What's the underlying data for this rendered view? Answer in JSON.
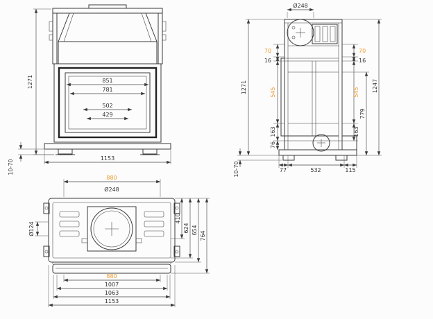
{
  "colors": {
    "line": "#3a3a3a",
    "accent": "#ee9b2e",
    "background": "#fcfcfc"
  },
  "drawing": {
    "front": {
      "height": "1271",
      "w851": "851",
      "w781": "781",
      "w502": "502",
      "w429": "429",
      "width": "1153",
      "feet": "10-70"
    },
    "side": {
      "flue": "Ø248",
      "height": "1271",
      "feet": "10-70",
      "left70": "70",
      "left16": "16",
      "left545": "545",
      "left163": "163",
      "left76": "76",
      "b77": "77",
      "b532": "532",
      "b115": "115",
      "right70": "70",
      "right16": "16",
      "right545": "545",
      "right163": "163",
      "d779": "779",
      "d1247": "1247"
    },
    "top": {
      "t880": "880",
      "flue": "Ø248",
      "duct": "Ø124",
      "d410": "410",
      "d624": "624",
      "d654": "654",
      "d764": "764",
      "b880": "880",
      "b1007": "1007",
      "b1063": "1063",
      "b1153": "1153"
    }
  }
}
